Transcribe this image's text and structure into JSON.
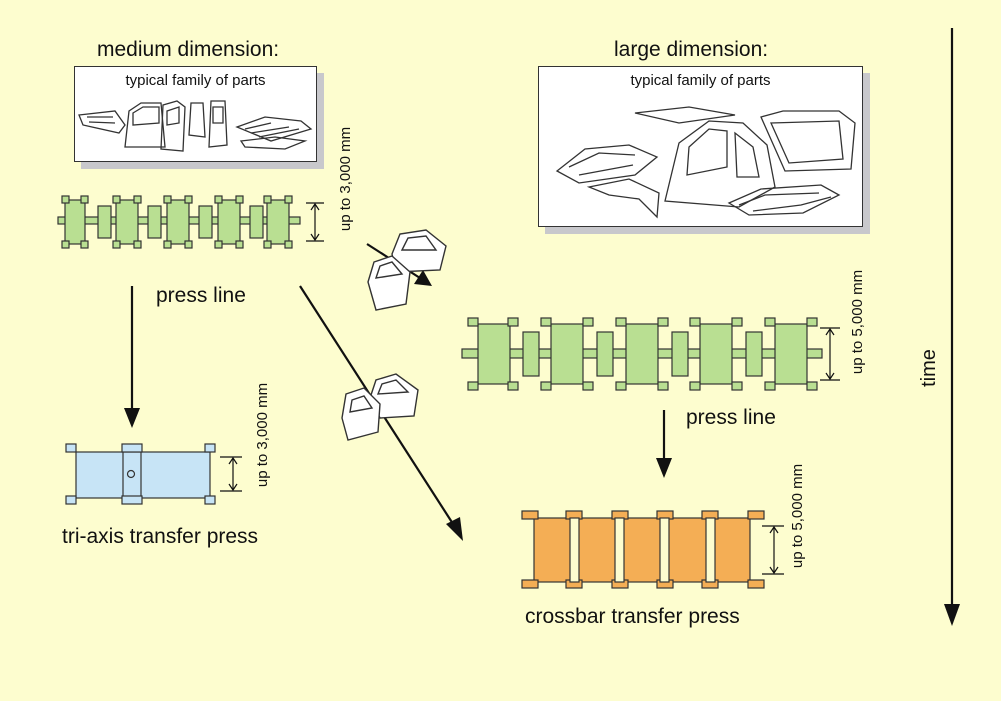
{
  "headings": {
    "medium": "medium dimension:",
    "large": "large dimension:"
  },
  "boxes": {
    "medium_caption": "typical family of parts",
    "large_caption": "typical family of parts"
  },
  "dimensions": {
    "medium_press_line": "up to 3,000 mm",
    "tri_axis": "up to 3,000 mm",
    "large_press_line": "up to 5,000 mm",
    "crossbar": "up to 5,000 mm"
  },
  "labels": {
    "medium_press_line": "press line",
    "large_press_line": "press line",
    "tri_axis": "tri-axis transfer press",
    "crossbar": "crossbar transfer press",
    "time": "time"
  },
  "colors": {
    "background": "#fdfdcf",
    "press_line": "#b9df92",
    "tri_axis": "#c7e4f6",
    "crossbar": "#f4ae55",
    "outline": "#333333"
  }
}
